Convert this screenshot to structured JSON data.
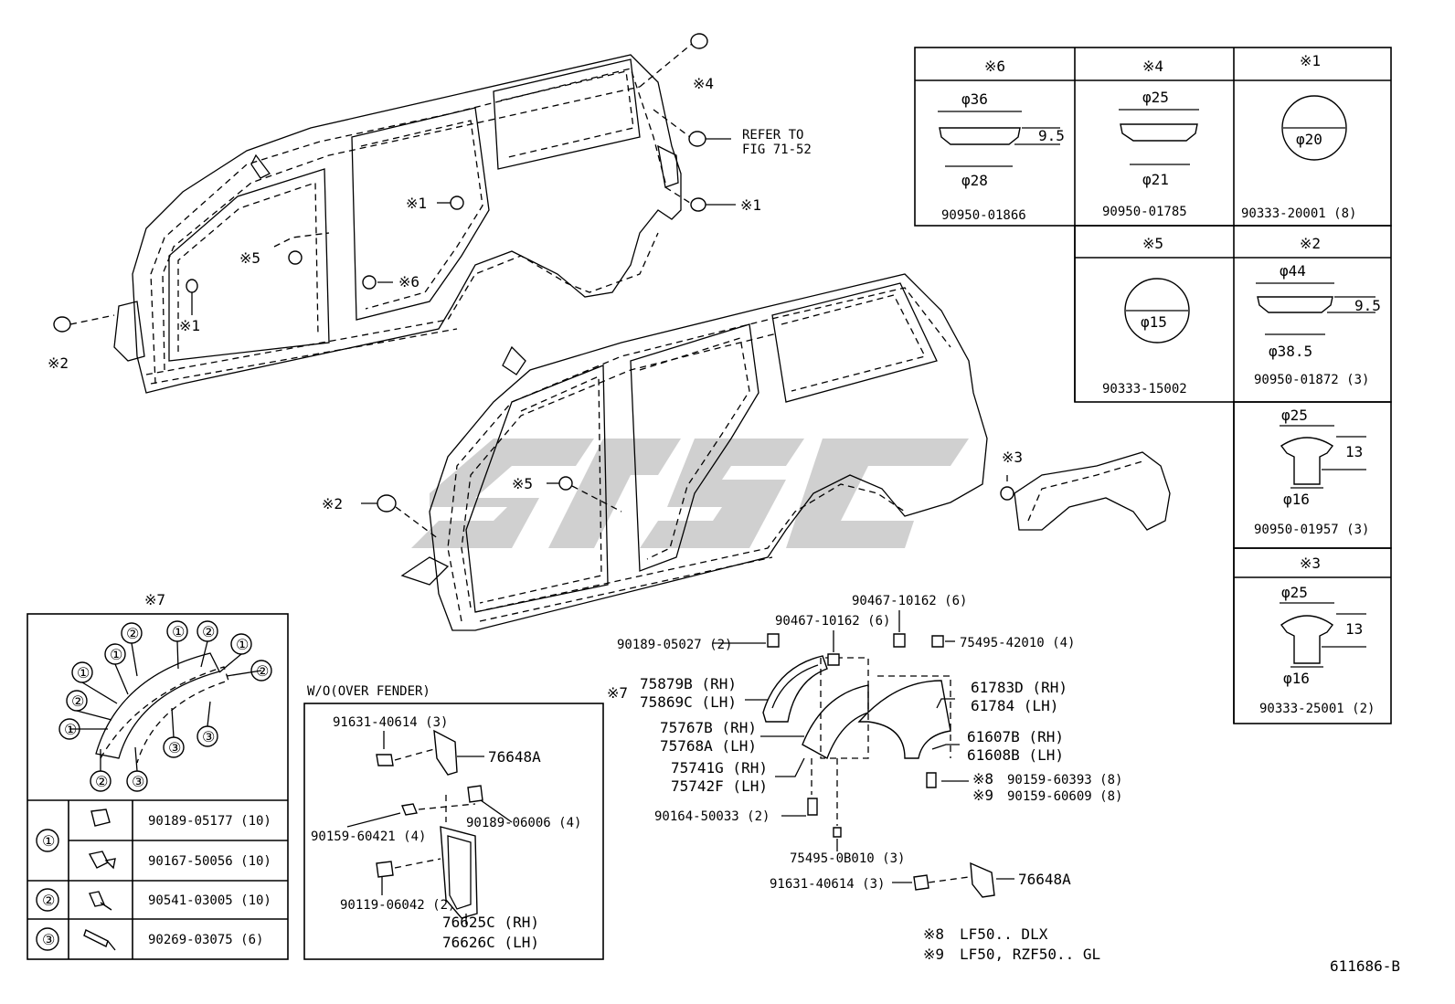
{
  "drawing_number": "611686-B",
  "upper_body_labels": {
    "m4": "※4",
    "refer_line1": "REFER TO",
    "refer_line2": "FIG 71-52",
    "m1_a": "※1",
    "m1_b": "※1",
    "m1_c": "※1",
    "m5": "※5",
    "m6": "※6",
    "m2": "※2"
  },
  "lower_body_labels": {
    "m2": "※2",
    "m5": "※5",
    "m3": "※3"
  },
  "plug_table": {
    "m6": {
      "marker": "※6",
      "d_top": "φ36",
      "d_bottom": "φ28",
      "height": "9.5",
      "part": "90950-01866"
    },
    "m4": {
      "marker": "※4",
      "d_top": "φ25",
      "d_bottom": "φ21",
      "part": "90950-01785"
    },
    "m1": {
      "marker": "※1",
      "d": "φ20",
      "part": "90333-20001 (8)"
    },
    "m5": {
      "marker": "※5",
      "d": "φ15",
      "part": "90333-15002"
    },
    "m2": {
      "marker": "※2",
      "d_top": "φ44",
      "d_bottom": "φ38.5",
      "height": "9.5",
      "part": "90950-01872 (3)",
      "b_d_top": "φ25",
      "b_height": "13",
      "b_d_bottom": "φ16",
      "b_part": "90950-01957 (3)"
    },
    "m3": {
      "marker": "※3",
      "d_top": "φ25",
      "height": "13",
      "d_bottom": "φ16",
      "part": "90333-25001 (2)"
    }
  },
  "m7_box": {
    "title": "※7",
    "callouts": [
      "①",
      "②",
      "③"
    ],
    "rows": [
      {
        "num": "①",
        "part": "90189-05177 (10)"
      },
      {
        "num": "",
        "part": "90167-50056 (10)"
      },
      {
        "num": "②",
        "part": "90541-03005 (10)"
      },
      {
        "num": "③",
        "part": "90269-03075 (6)"
      }
    ]
  },
  "wo_over_fender": {
    "title": "W/O(OVER FENDER)",
    "p1": "91631-40614 (3)",
    "p2": "76648A",
    "p3": "90189-06006 (4)",
    "p4": "90159-60421 (4)",
    "p5": "90119-06042 (2)",
    "p6": "76625C (RH)",
    "p7": "76626C (LH)"
  },
  "fender_parts": {
    "p90467_a": "90467-10162 (6)",
    "p90467_b": "90467-10162 (6)",
    "p75495_a": "75495-42010 (4)",
    "p90189": "90189-05027 (2)",
    "m7": "※7",
    "p75879B": "75879B (RH)",
    "p75869C": "75869C (LH)",
    "p61783D": "61783D (RH)",
    "p61784": "61784  (LH)",
    "p75767B": "75767B (RH)",
    "p75768A": "75768A (LH)",
    "p61607B": "61607B (RH)",
    "p61608B": "61608B (LH)",
    "p75741G": "75741G (RH)",
    "p75742F": "75742F (LH)",
    "m8": "※8",
    "p90159_a": "90159-60393 (8)",
    "m9": "※9",
    "p90159_b": "90159-60609 (8)",
    "p90164": "90164-50033 (2)",
    "p75495_b": "75495-0B010 (3)",
    "p91631": "91631-40614 (3)",
    "p76648A": "76648A"
  },
  "notes": {
    "n8_mark": "※8",
    "n8_text": "LF50.. DLX",
    "n9_mark": "※9",
    "n9_text": "LF50, RZF50.. GL"
  }
}
